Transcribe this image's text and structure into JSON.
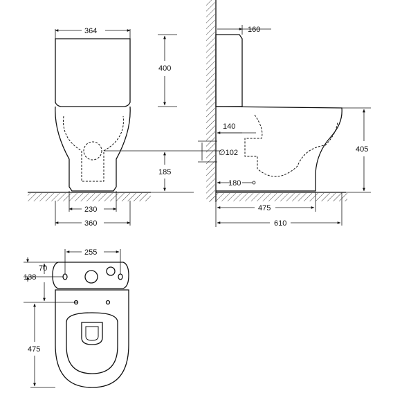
{
  "dimensions": {
    "front_tank_width": "364",
    "tank_height": "400",
    "side_tank_depth": "160",
    "outlet_offset": "140",
    "outlet_diameter": "∅102",
    "outlet_height": "185",
    "front_base_width": "230",
    "front_total_width": "360",
    "side_inlet_offset": "180",
    "side_base_depth": "475",
    "side_total_depth": "610",
    "seat_height": "405",
    "top_hole_spacing": "255",
    "top_tank_offset": "70",
    "top_hole_distance": "138",
    "top_bowl_length": "475"
  },
  "colors": {
    "line": "#111111",
    "hatch": "#444444"
  }
}
